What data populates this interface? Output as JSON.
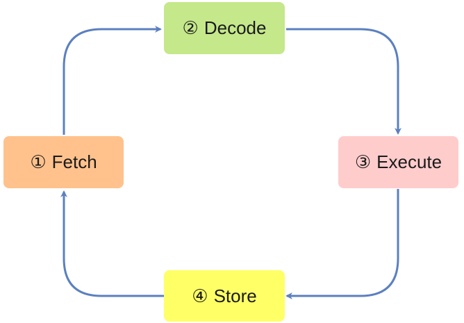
{
  "diagram": {
    "nodes": {
      "fetch": {
        "number": "①",
        "label": "Fetch"
      },
      "decode": {
        "number": "②",
        "label": "Decode"
      },
      "execute": {
        "number": "③",
        "label": "Execute"
      },
      "store": {
        "number": "④",
        "label": "Store"
      }
    },
    "edges": [
      {
        "from": "fetch",
        "to": "decode"
      },
      {
        "from": "decode",
        "to": "execute"
      },
      {
        "from": "execute",
        "to": "store"
      },
      {
        "from": "store",
        "to": "fetch"
      }
    ],
    "colors": {
      "fetch": "#ffc28c",
      "decode": "#c5e88a",
      "execute": "#ffcccc",
      "store": "#ffff66",
      "arrow": "#5b80bf"
    }
  }
}
